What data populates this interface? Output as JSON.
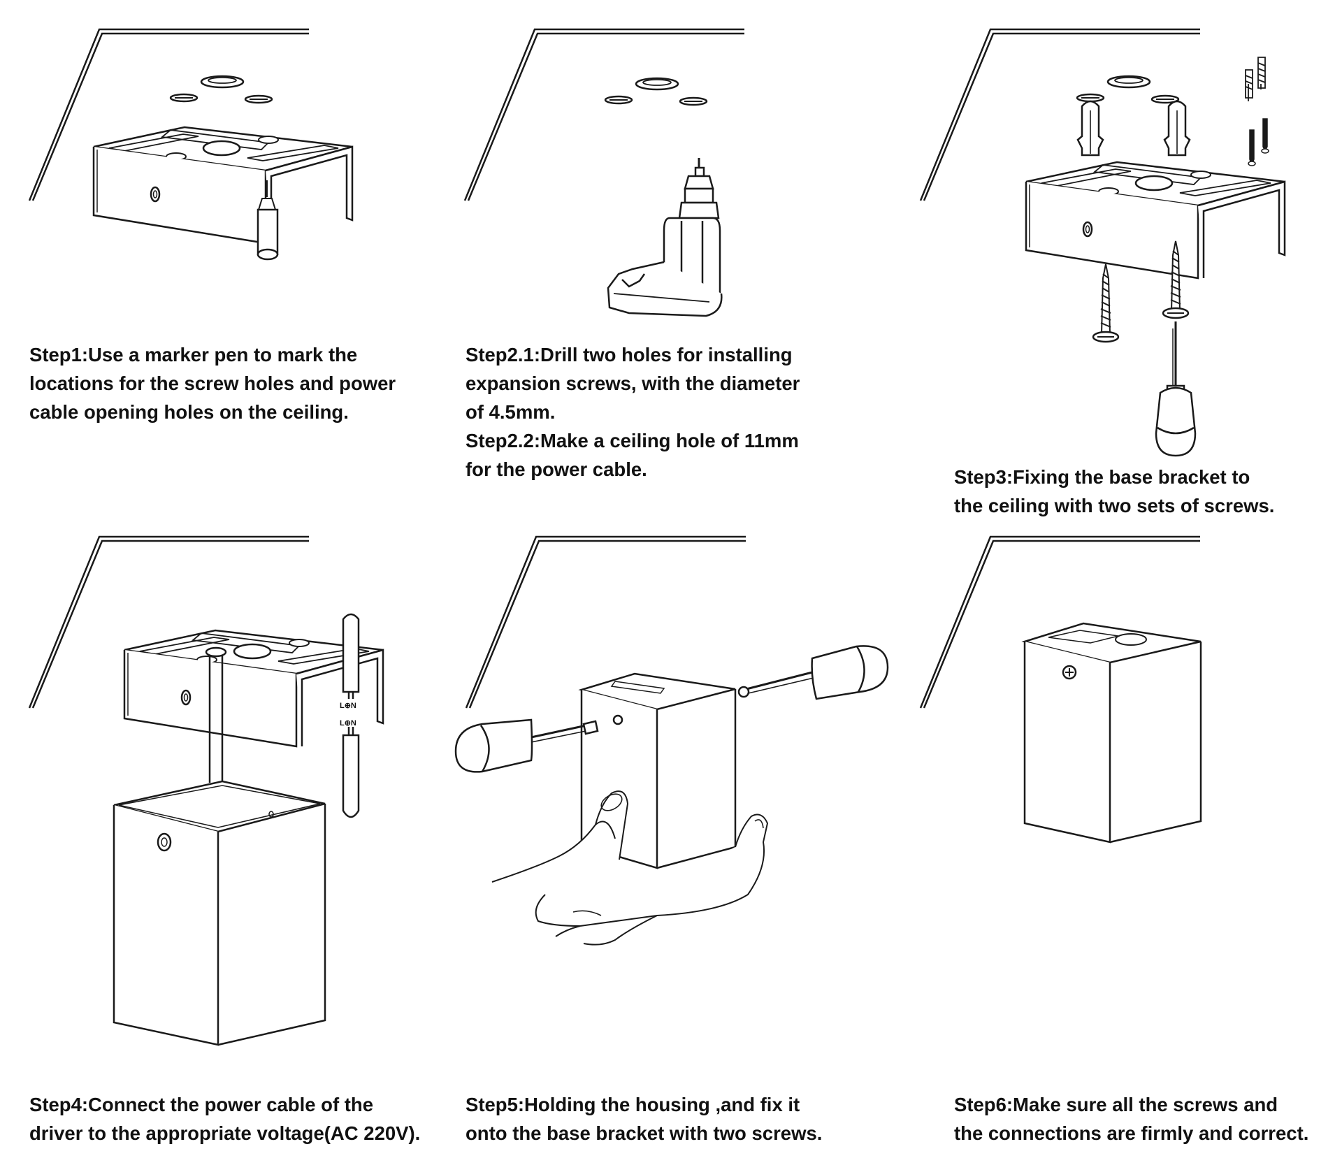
{
  "steps": [
    {
      "id": "step1",
      "lines": [
        "Step1:Use a marker pen to mark the",
        "locations for the screw holes and power",
        "cable opening holes on the ceiling."
      ]
    },
    {
      "id": "step2",
      "lines": [
        "Step2.1:Drill two holes for installing",
        "expansion screws, with the diameter",
        "of 4.5mm.",
        "Step2.2:Make a ceiling hole of 11mm",
        "for the power cable."
      ]
    },
    {
      "id": "step3",
      "lines": [
        "Step3:Fixing the base bracket to",
        "the ceiling with two sets of screws."
      ]
    },
    {
      "id": "step4",
      "lines": [
        "Step4:Connect the power cable of the",
        "driver to the appropriate voltage(AC 220V)."
      ]
    },
    {
      "id": "step5",
      "lines": [
        "Step5:Holding the housing ,and fix it",
        "onto the base bracket with two screws."
      ]
    },
    {
      "id": "step6",
      "lines": [
        "Step6:Make sure all the screws and",
        "the connections are firmly and correct."
      ]
    }
  ],
  "wire_labels": {
    "top": "L⊕N",
    "bottom": "L⊕N"
  },
  "colors": {
    "line": "#1a1a1a",
    "background": "#ffffff"
  }
}
